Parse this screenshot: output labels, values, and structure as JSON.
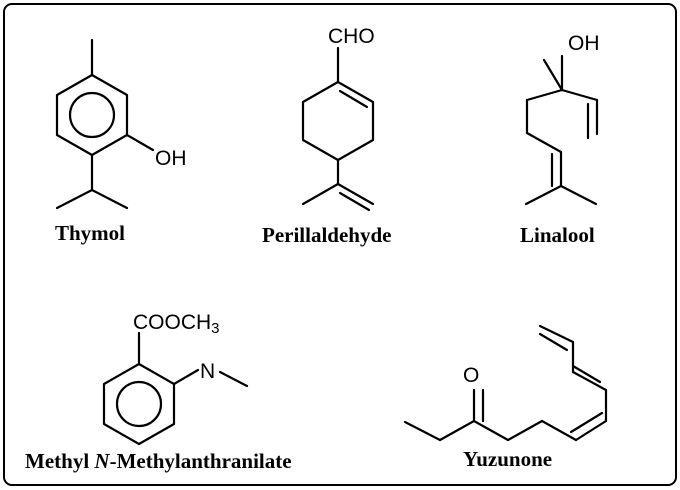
{
  "compounds": [
    {
      "name": "Thymol",
      "atoms": {
        "hydroxyl": "OH"
      }
    },
    {
      "name": "Perillaldehyde",
      "atoms": {
        "aldehyde": "CHO"
      }
    },
    {
      "name": "Linalool",
      "atoms": {
        "hydroxyl": "OH"
      }
    },
    {
      "name_prefix": "Methyl ",
      "name_italic": "N",
      "name_suffix": "-Methylanthranilate",
      "atoms": {
        "ester": "COOCH",
        "ester_sub": "3",
        "nitrogen": "N"
      }
    },
    {
      "name": "Yuzunone",
      "atoms": {
        "ketone": "O"
      }
    }
  ],
  "colors": {
    "stroke": "#000000",
    "background": "#ffffff",
    "frame": "#000000"
  }
}
